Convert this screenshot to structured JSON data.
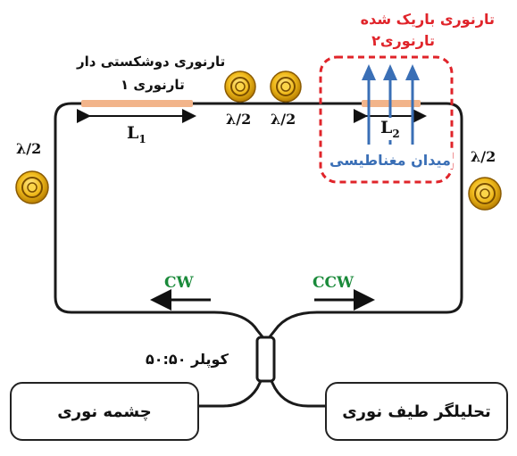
{
  "labels": {
    "tapered_fiber_top": "تارنوری باریک شده",
    "fiber_2": "تارنوری۲",
    "birefringent_fiber": "تارنوری دوشکستی دار",
    "fiber_1": "تارنوری ۱",
    "L1": "L1",
    "L2": "L2",
    "lambda_half": "λ/2",
    "magnetic_field": "میدان مغناطیسی",
    "cw": "CW",
    "ccw": "CCW",
    "coupler": "کوپلر ۵۰:۵۰",
    "light_source": "چشمه نوری",
    "spectrum_analyzer": "تحلیلگر طیف نوری"
  },
  "colors": {
    "loop": "#1a1a1a",
    "fiber_segment": "#f2b48a",
    "dashed_box": "#e0242a",
    "field_arrow": "#3a6fb6",
    "plate_outer": "#e5a400",
    "plate_inner": "#fbd54a",
    "direction_text": "#1a8a3a"
  }
}
